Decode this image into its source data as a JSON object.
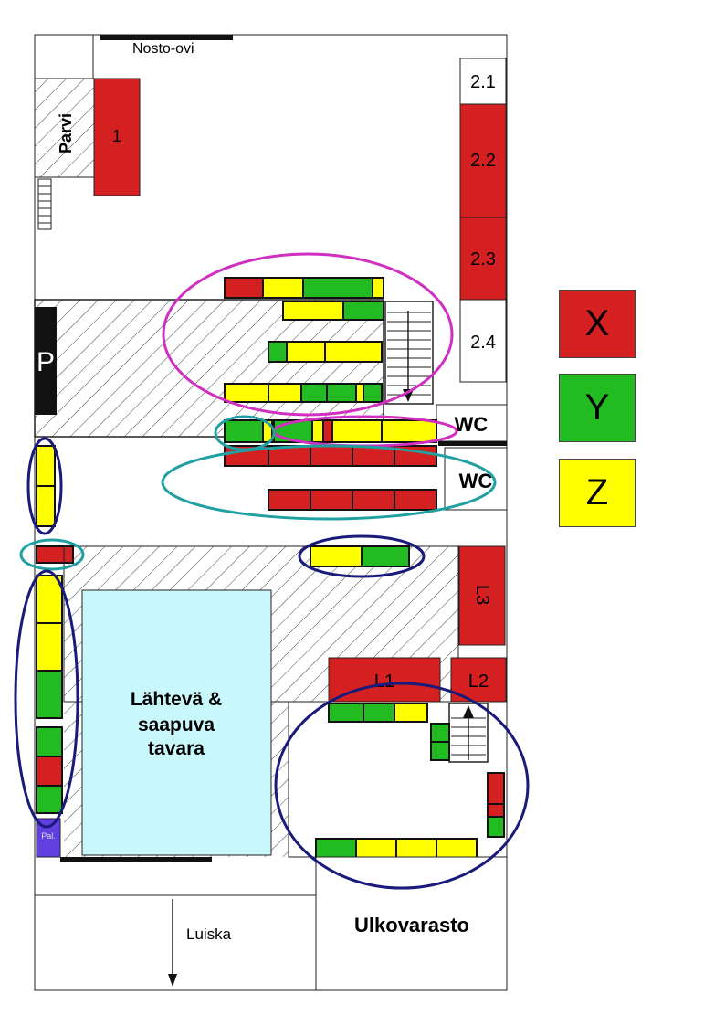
{
  "labels": {
    "nosto_ovi": "Nosto-ovi",
    "parvi": "Parvi",
    "p": "P",
    "rack_1": "1",
    "rack_2_1": "2.1",
    "rack_2_2": "2.2",
    "rack_2_3": "2.3",
    "rack_2_4": "2.4",
    "wc_1": "WC",
    "wc_2": "WC",
    "l1": "L1",
    "l2": "L2",
    "l3": "L3",
    "area_line1": "Lähtevä &",
    "area_line2": "saapuva",
    "area_line3": "tavara",
    "pal": "Pal.",
    "luiska": "Luiska",
    "ulkovarasto": "Ulkovarasto"
  },
  "legend": [
    {
      "label": "X",
      "color": "#d42020"
    },
    {
      "label": "Y",
      "color": "#22bb22"
    },
    {
      "label": "Z",
      "color": "#ffff00"
    }
  ],
  "colors": {
    "red": "#d42020",
    "green": "#22bb22",
    "yellow": "#ffff00",
    "magenta": "#d030c0",
    "teal": "#20a0a0",
    "navy": "#1a1a7a",
    "cyan_area": "#c8f8fc",
    "pallet": "#6040e0"
  }
}
